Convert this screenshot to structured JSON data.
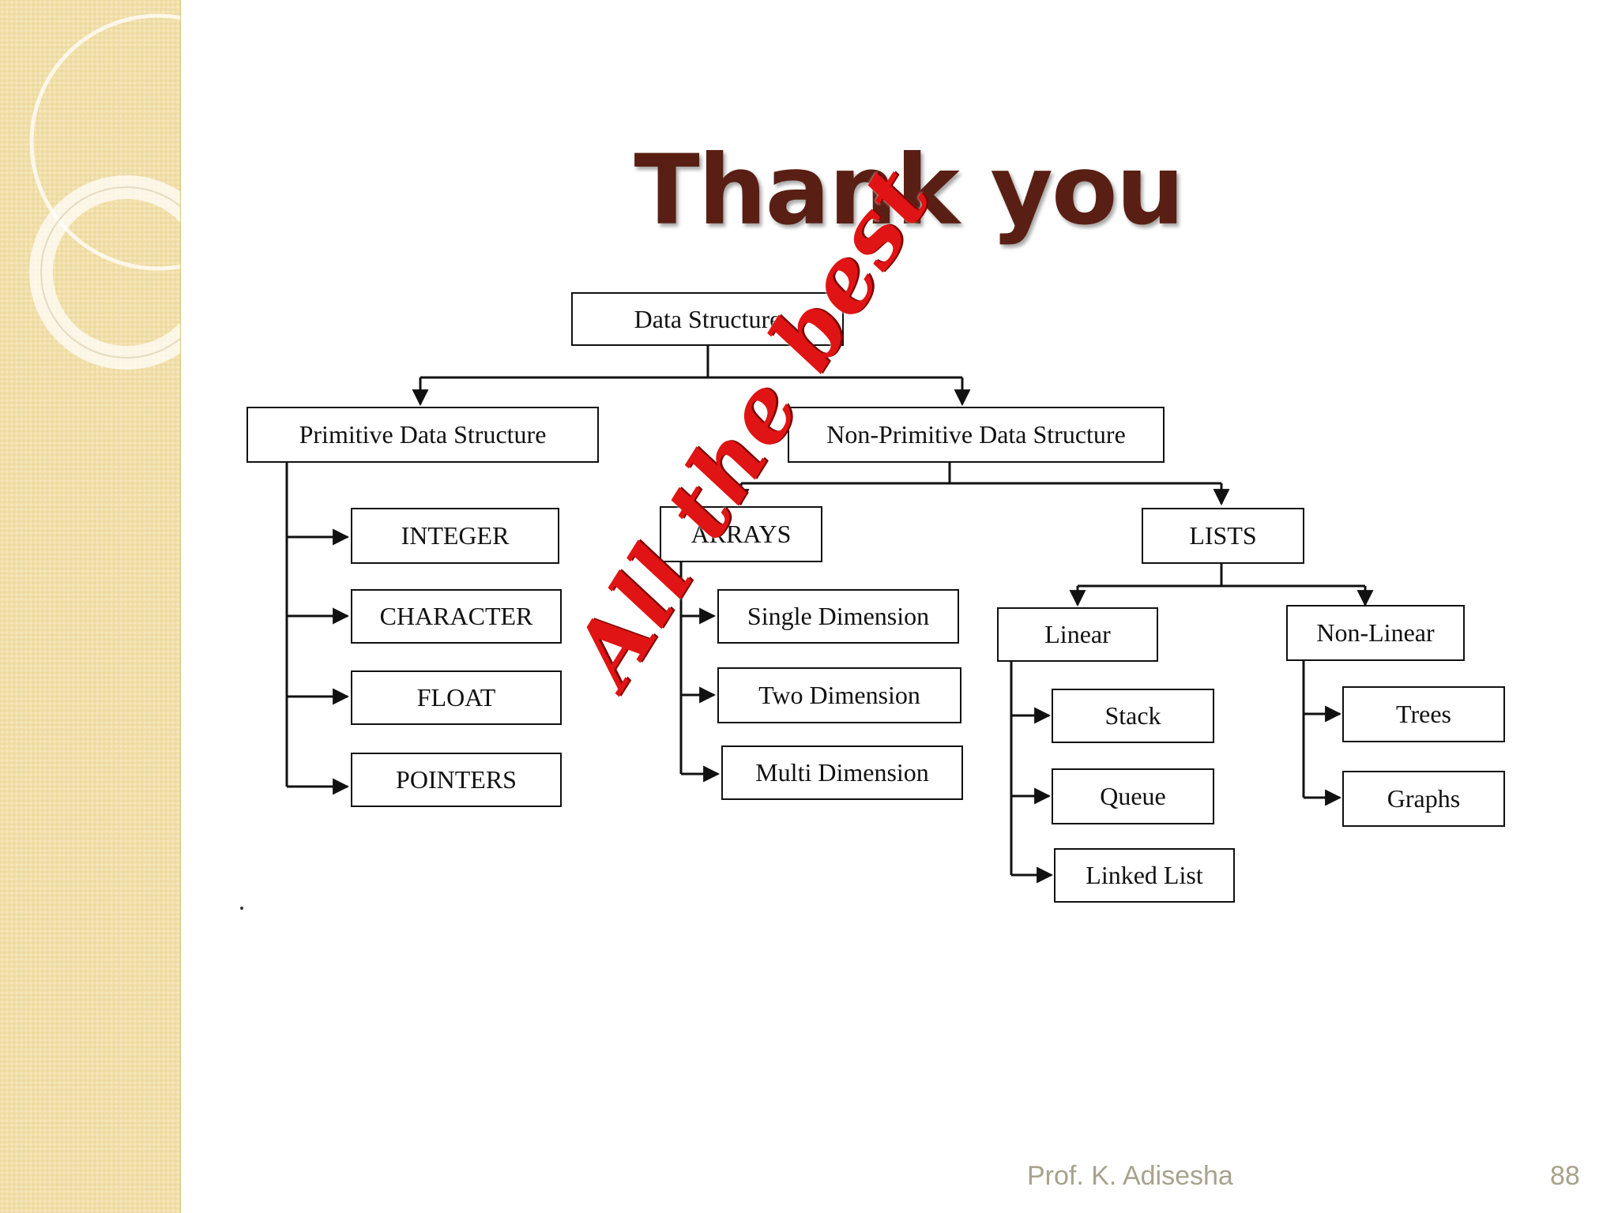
{
  "slide": {
    "title": "Thank you",
    "watermark": "All the best",
    "footer_author": "Prof. K. Adisesha",
    "page_number": "88"
  },
  "diagram": {
    "root": "Data Structure",
    "primitive": "Primitive Data Structure",
    "non_primitive": "Non-Primitive Data Structure",
    "integer": "INTEGER",
    "character": "CHARACTER",
    "float": "FLOAT",
    "pointers": "POINTERS",
    "arrays": "ARRAYS",
    "single_dimension": "Single Dimension",
    "two_dimension": "Two Dimension",
    "multi_dimension": "Multi Dimension",
    "lists": "LISTS",
    "linear": "Linear",
    "non_linear": "Non-Linear",
    "stack": "Stack",
    "queue": "Queue",
    "linked_list": "Linked List",
    "trees": "Trees",
    "graphs": "Graphs"
  },
  "colors": {
    "title": "#5a1f14",
    "watermark": "#e01414",
    "sidebar": "#f1dfa9",
    "footer": "#a8a28c"
  }
}
